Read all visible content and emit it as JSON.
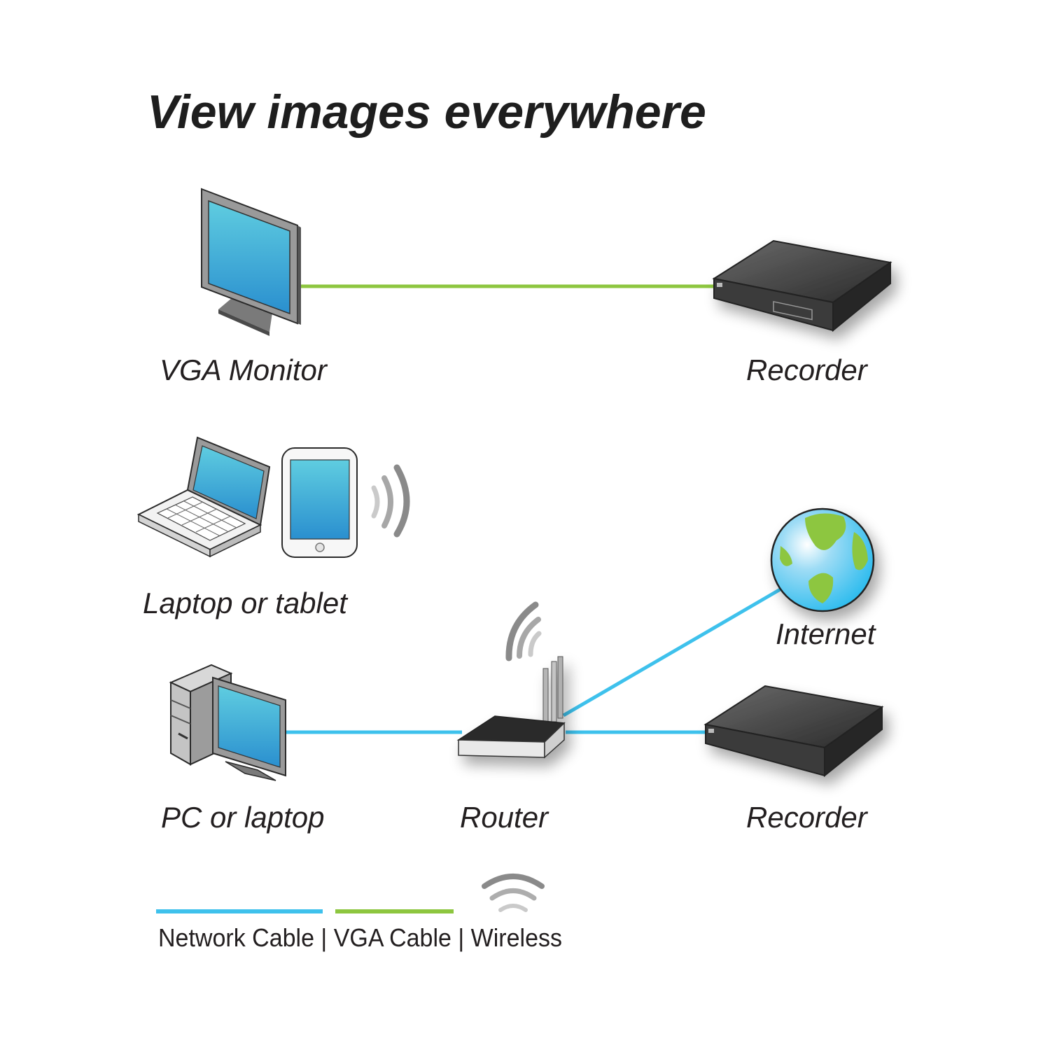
{
  "title": "View images everywhere",
  "colors": {
    "network_cable": "#3ec1ec",
    "vga_cable": "#8dc63f",
    "wireless": "#8a8a8a",
    "screen": "#3aa9d6",
    "globe_water": "#3ec1ec",
    "globe_land": "#8dc63f"
  },
  "nodes": {
    "vga_monitor": {
      "label": "VGA Monitor",
      "icon": "monitor-icon"
    },
    "recorder_top": {
      "label": "Recorder",
      "icon": "recorder-icon"
    },
    "laptop_tablet": {
      "label": "Laptop or tablet",
      "icon": "laptop-tablet-icon"
    },
    "internet": {
      "label": "Internet",
      "icon": "globe-icon"
    },
    "pc_laptop": {
      "label": "PC or laptop",
      "icon": "desktop-pc-icon"
    },
    "router": {
      "label": "Router",
      "icon": "router-icon"
    },
    "recorder_bottom": {
      "label": "Recorder",
      "icon": "recorder-icon"
    }
  },
  "connections": [
    {
      "from": "vga_monitor",
      "to": "recorder_top",
      "type": "VGA Cable"
    },
    {
      "from": "pc_laptop",
      "to": "router",
      "type": "Network Cable"
    },
    {
      "from": "router",
      "to": "recorder_bottom",
      "type": "Network Cable"
    },
    {
      "from": "router",
      "to": "internet",
      "type": "Network Cable"
    },
    {
      "from": "laptop_tablet",
      "to": "router",
      "type": "Wireless"
    }
  ],
  "legend": {
    "text": "Network Cable | VGA Cable | Wireless"
  }
}
